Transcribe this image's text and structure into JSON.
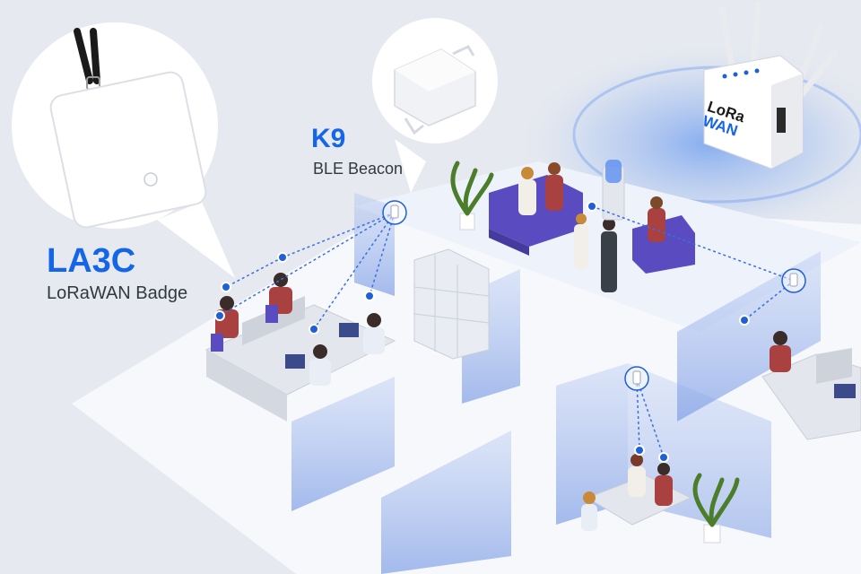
{
  "beacon": {
    "model": "K9",
    "description": "BLE Beacon"
  },
  "badge": {
    "model": "LA3C",
    "description": "LoRaWAN Badge"
  },
  "gateway": {
    "logo_text": "LoRaWAN",
    "logo_prefix": "Lo",
    "logo_middle": "Ra",
    "logo_suffix": "WAN"
  },
  "colors": {
    "accent": "#1565e8",
    "floor": "#f7f8fb",
    "glass": "#9fb6ea",
    "background": "#e6e9ef",
    "furniture": "#5a4bc0"
  }
}
